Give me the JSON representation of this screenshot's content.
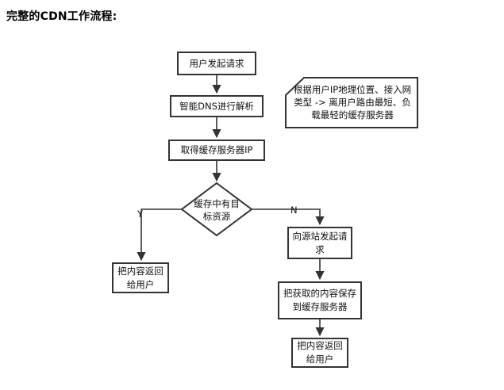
{
  "heading": "完整的CDN工作流程:",
  "flow": {
    "step1": "用户发起请求",
    "step2": "智能DNS进行解析",
    "step3": "取得缓存服务器IP",
    "decision": "缓存中有目标资源",
    "yes_label": "Y",
    "no_label": "N",
    "yes_step": "把内容返回给用户",
    "no_step1": "向源站发起请求",
    "no_step2": "把获取的内容保存到缓存服务器",
    "no_step3": "把内容返回给用户"
  },
  "note": "根据用户IP地理位置、接入网类型 -> 离用户路由最短、负载最轻的缓存服务器"
}
